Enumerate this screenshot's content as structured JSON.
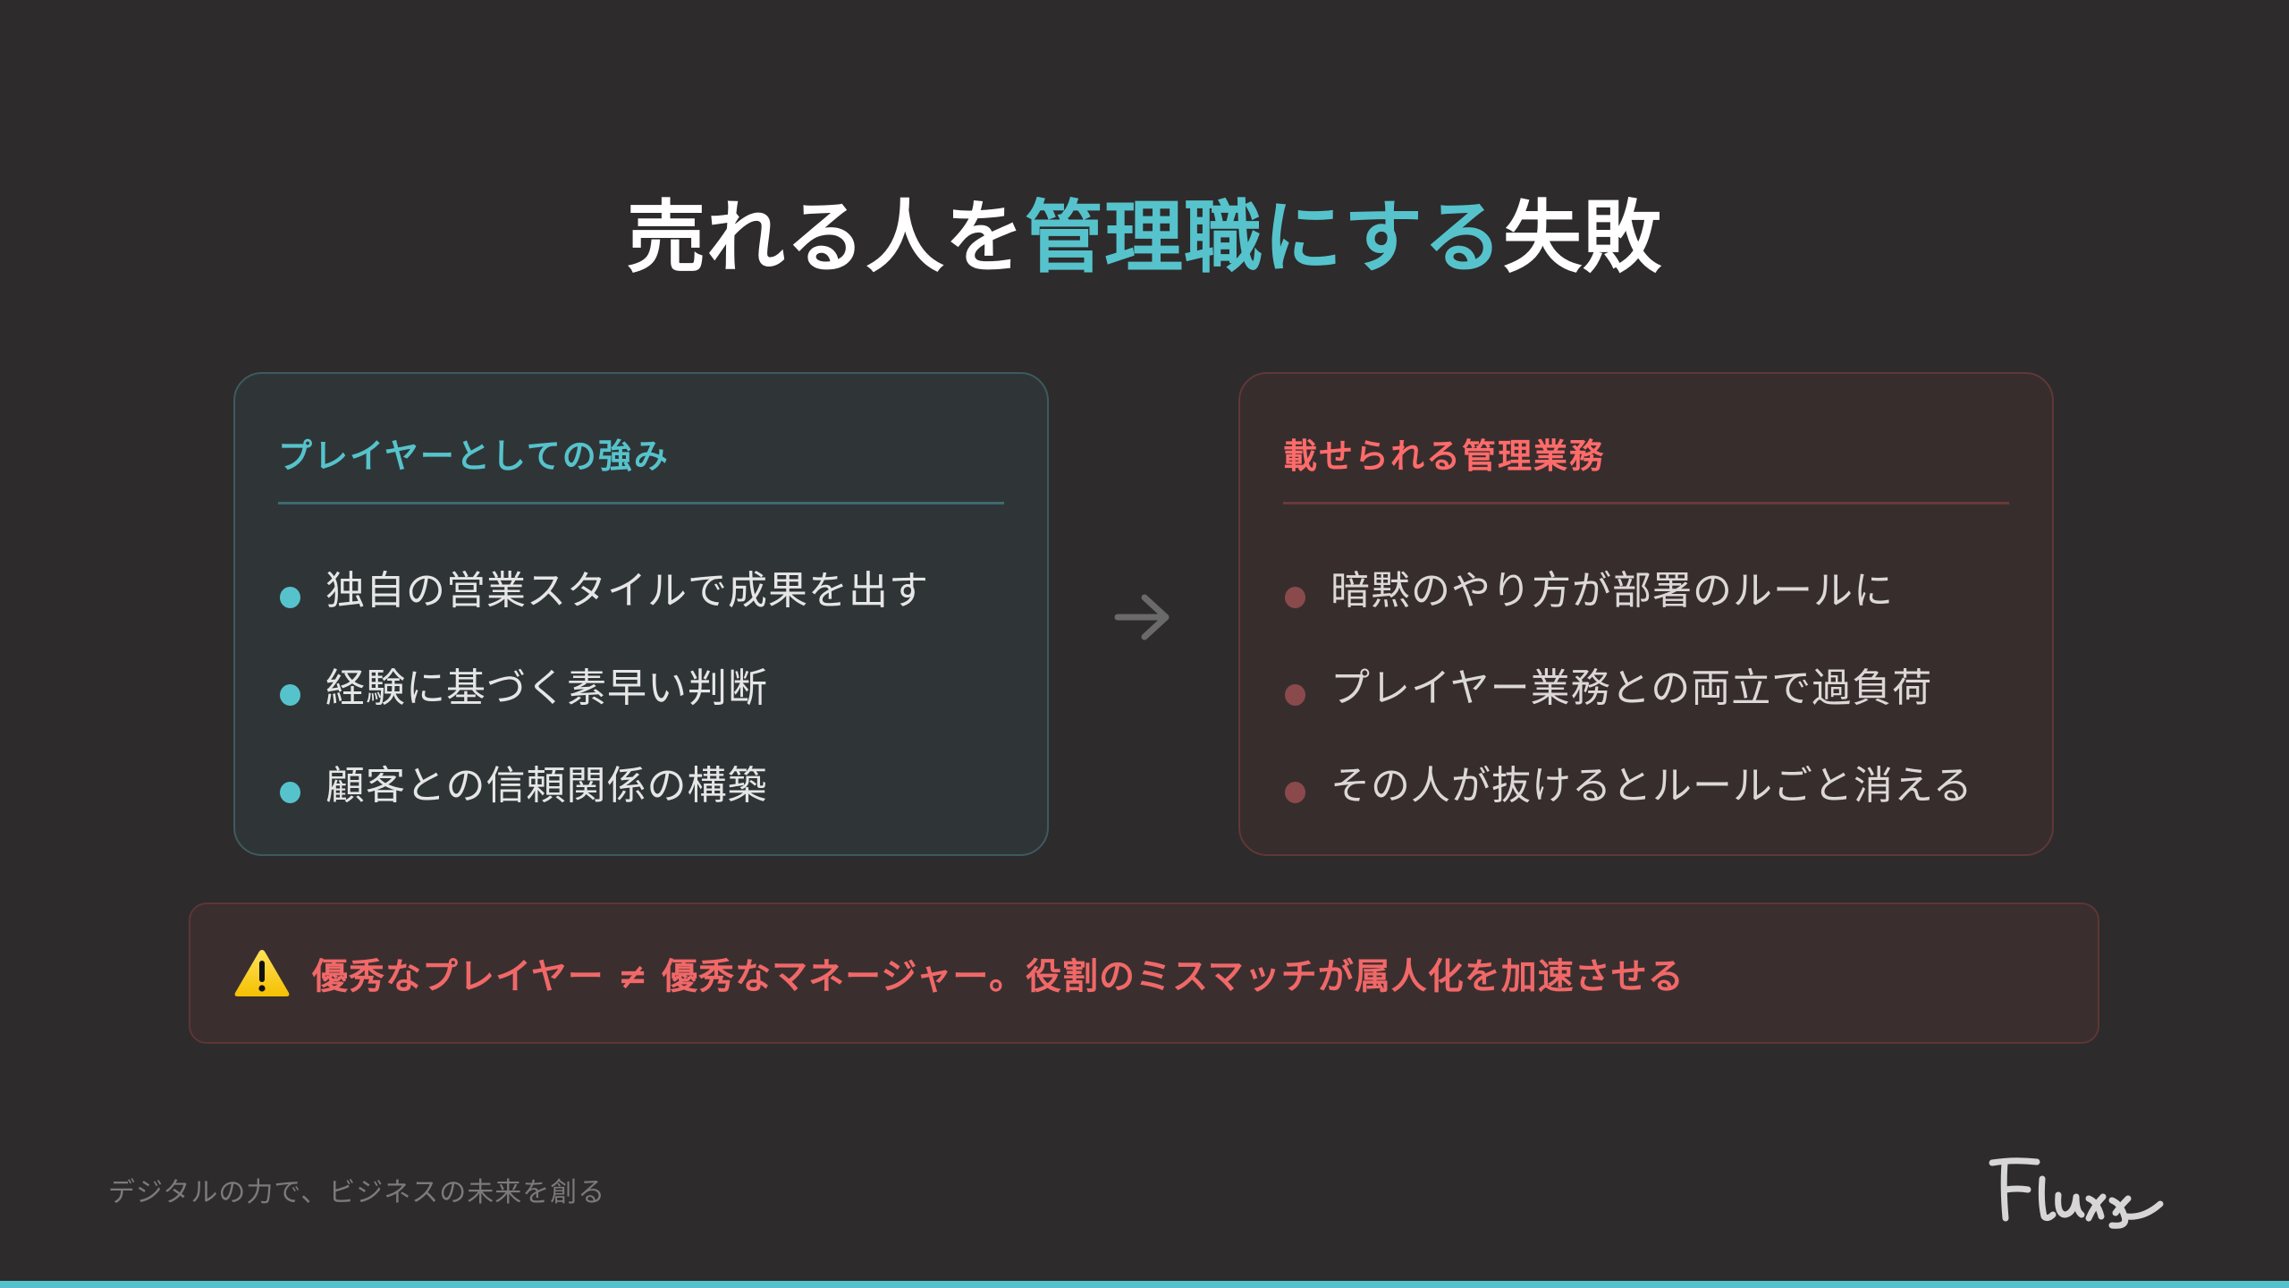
{
  "slide": {
    "title": {
      "part1": "売れる人を",
      "accent": "管理職にする",
      "part2": "失敗"
    },
    "colors": {
      "background": "#2d2b2c",
      "accent_teal": "#56c3cc",
      "accent_red": "#ff6b6b",
      "banner_text": "#f06868",
      "bottom_bar": "#55c2cb"
    },
    "left_card": {
      "heading": "プレイヤーとしての強み",
      "items": [
        {
          "text": "独自の営業スタイルで成果を出す"
        },
        {
          "text": "経験に基づく素早い判断"
        },
        {
          "text": "顧客との信頼関係の構築"
        }
      ]
    },
    "arrow": {
      "icon": "arrow-right-icon"
    },
    "right_card": {
      "heading": "載せられる管理業務",
      "items": [
        {
          "text": "暗黙のやり方が部署のルールに"
        },
        {
          "text": "プレイヤー業務との両立で過負荷"
        },
        {
          "text": "その人が抜けるとルールごと消える"
        }
      ]
    },
    "banner": {
      "icon": "warning-icon",
      "text": "優秀なプレイヤー ≠ 優秀なマネージャー。役割のミスマッチが属人化を加速させる"
    },
    "footer": {
      "tagline": "デジタルの力で、ビジネスの未来を創る",
      "logo_text": "Fluxx"
    }
  }
}
